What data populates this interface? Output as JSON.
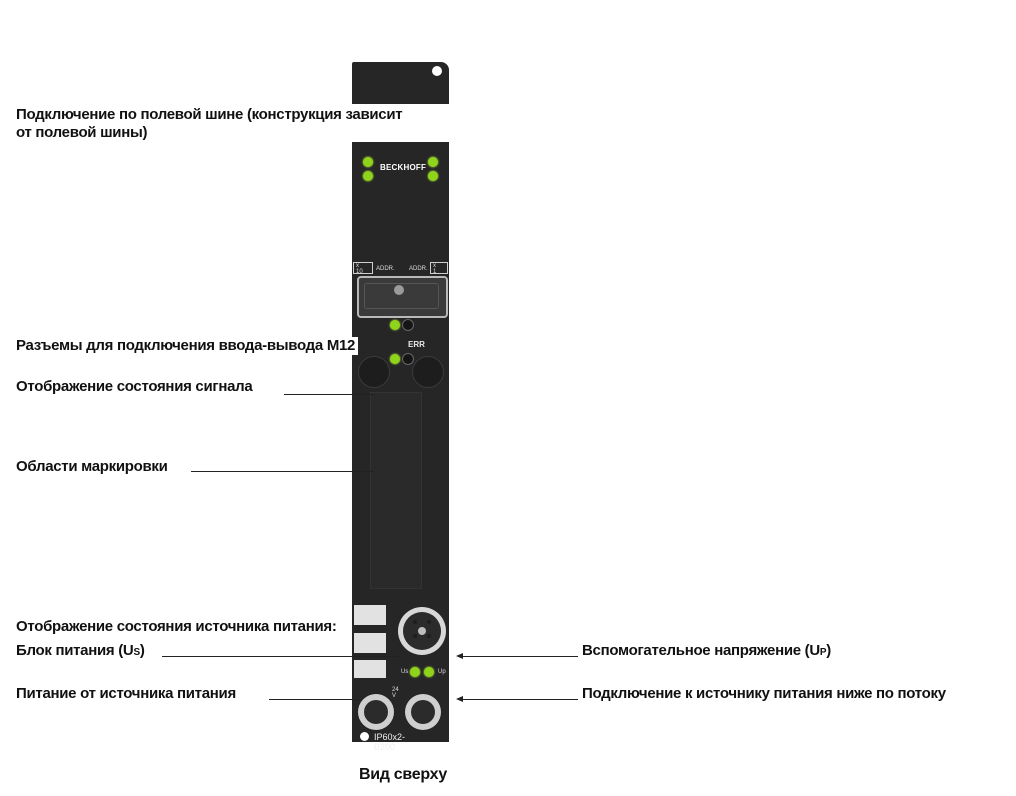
{
  "labels": {
    "fieldbus_line1": "Подключение по полевой шине (конструкция зависит",
    "fieldbus_line2": "от полевой шины)",
    "io_connectors": "Разъемы для подключения ввода-вывода M12",
    "signal_status": "Отображение состояния сигнала",
    "marking_areas": "Области маркировки",
    "power_status": "Отображение состояния источника питания:",
    "power_unit_prefix": "Блок питания (U",
    "power_unit_sub": "S",
    "power_unit_suffix": ")",
    "aux_voltage_prefix": "Вспомогательное напряжение (U",
    "aux_voltage_sub": "P",
    "aux_voltage_suffix": ")",
    "power_supply": "Питание от источника питания",
    "downstream": "Подключение к источнику питания ниже по потоку",
    "caption": "Вид сверху"
  },
  "device": {
    "brand": "BECKHOFF",
    "addr_left_mult": "x 10",
    "addr_left": "ADDR.",
    "addr_right": "ADDR.",
    "addr_right_mult": "x 1",
    "err_label": "ERR",
    "us_label": "Us",
    "up_label": "Up",
    "voltage_label": "24 V",
    "model": "IP60x2-B200"
  },
  "colors": {
    "housing": "#262626",
    "led": "#8fd31a",
    "leader": "#222222"
  }
}
